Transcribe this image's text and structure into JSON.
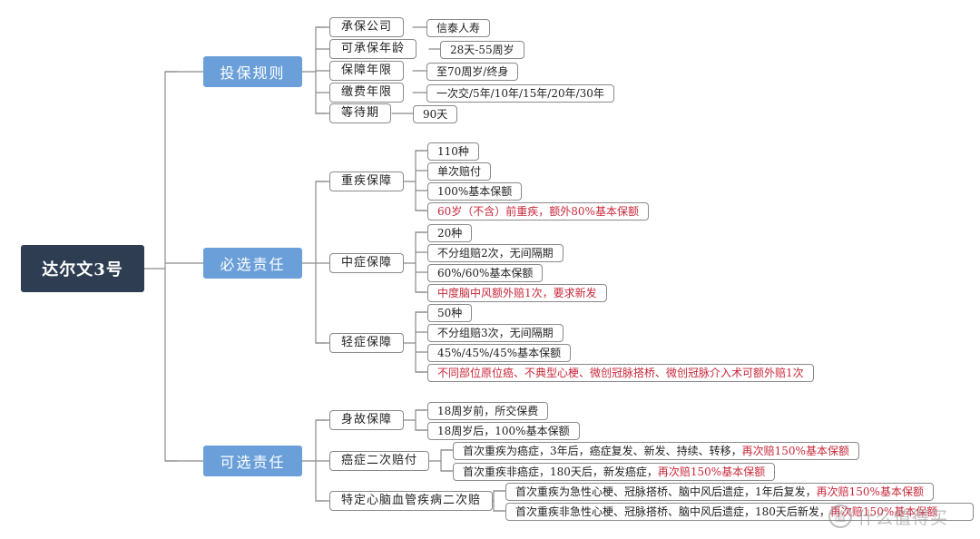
{
  "root": "达尔文3号",
  "branches": {
    "toubao": {
      "label": "投保规则",
      "items": [
        {
          "label": "承保公司",
          "value": "信泰人寿"
        },
        {
          "label": "可承保年龄",
          "value": "28天-55周岁"
        },
        {
          "label": "保障年限",
          "value": "至70周岁/终身"
        },
        {
          "label": "缴费年限",
          "value": "一次交/5年/10年/15年/20年/30年"
        },
        {
          "label": "等待期",
          "value": "90天"
        }
      ]
    },
    "bixuan": {
      "label": "必选责任",
      "zhongji": {
        "label": "重疾保障",
        "leaves": [
          "110种",
          "单次赔付",
          "100%基本保额",
          "60岁（不含）前重疾，额外80%基本保额"
        ]
      },
      "zhongzheng": {
        "label": "中症保障",
        "leaves": [
          "20种",
          "不分组赔2次，无间隔期",
          "60%/60%基本保额",
          "中度脑中风额外赔1次，要求新发"
        ]
      },
      "qingzheng": {
        "label": "轻症保障",
        "leaves": [
          "50种",
          "不分组赔3次，无间隔期",
          "45%/45%/45%基本保额",
          "不同部位原位癌、不典型心梗、微创冠脉搭桥、微创冠脉介入术可额外赔1次"
        ]
      }
    },
    "kexuan": {
      "label": "可选责任",
      "shengu": {
        "label": "身故保障",
        "leaves": [
          "18周岁前，所交保费",
          "18周岁后，100%基本保额"
        ]
      },
      "aizheng": {
        "label": "癌症二次赔付",
        "leaf1": {
          "text": "首次重疾为癌症，3年后，癌症复发、新发、持续、转移，",
          "red": "再次赔150%基本保额"
        },
        "leaf2": {
          "text": "首次重疾非癌症，180天后，新发癌症，",
          "red": "再次赔150%基本保额"
        }
      },
      "xinnao": {
        "label": "特定心脑血管疾病二次赔",
        "leaf1": {
          "text": "首次重疾为急性心梗、冠脉搭桥、脑中风后遗症，1年后复发，",
          "red": "再次赔150%基本保额"
        },
        "leaf2": {
          "text": "首次重疾非急性心梗、冠脉搭桥、脑中风后遗症，180天后新发，",
          "red": "再次赔150%基本保额"
        }
      }
    }
  },
  "watermark": {
    "text": "什么值得买",
    "logo": "值"
  },
  "colors": {
    "root_bg": "#2e3d52",
    "branch_bg": "#6a9fd9",
    "highlight": "#c8283a",
    "line": "#8a8a8a"
  }
}
